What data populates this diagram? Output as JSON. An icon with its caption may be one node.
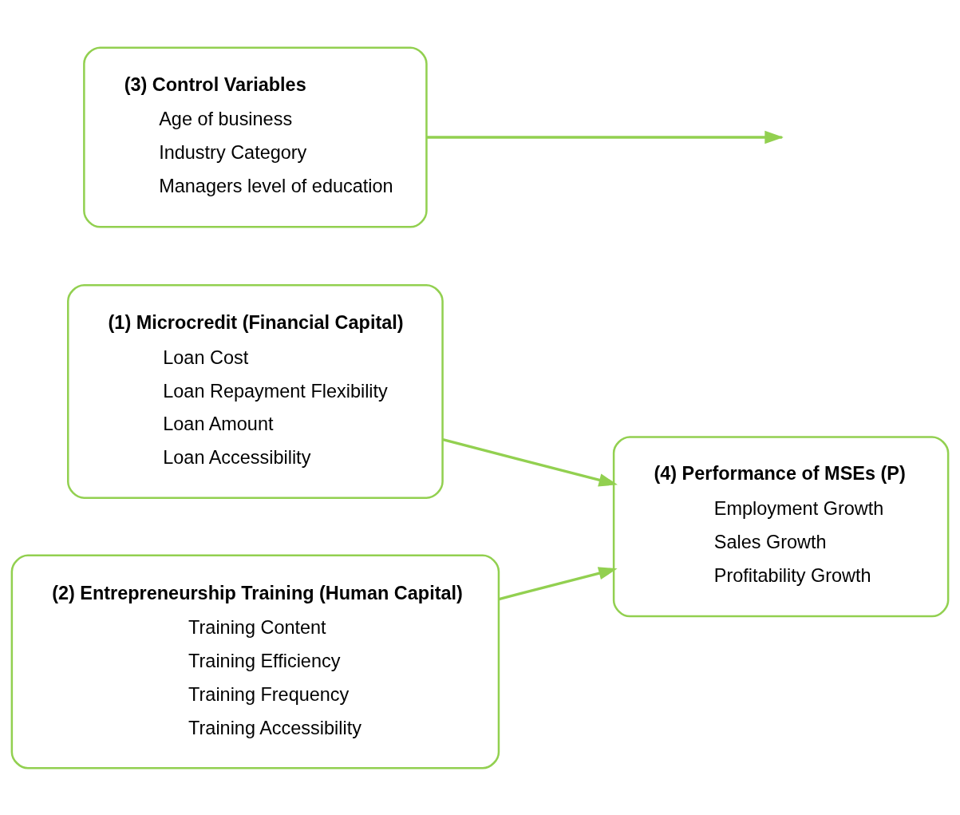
{
  "diagram": {
    "nodes": [
      {
        "text": [
          "(1) Microcredit (Financial Capital)",
          "Loan Cost",
          "Loan Repayment Flexibility",
          "Loan Amount",
          "Loan Accessibility"
        ]
      },
      {
        "text": [
          "(2) Entrepreneurship Training (Human Capital)",
          "Training Content",
          "Training Efficiency",
          "Training Frequency",
          "Training Accessibility"
        ]
      },
      {
        "text": [
          "(3) Control Variables",
          "Age of business",
          "Industry Category",
          "Managers level of education"
        ]
      },
      {
        "text": [
          "(4) Performance of MSEs (P)",
          "Employment Growth",
          "Sales Growth",
          "Profitability Growth"
        ]
      }
    ],
    "edges": [
      {
        "from": 0,
        "to": 3,
        "arrow": "to"
      },
      {
        "from": 1,
        "to": 3,
        "arrow": "to"
      },
      {
        "from": 2,
        "to": null,
        "arrow": "to"
      }
    ]
  }
}
